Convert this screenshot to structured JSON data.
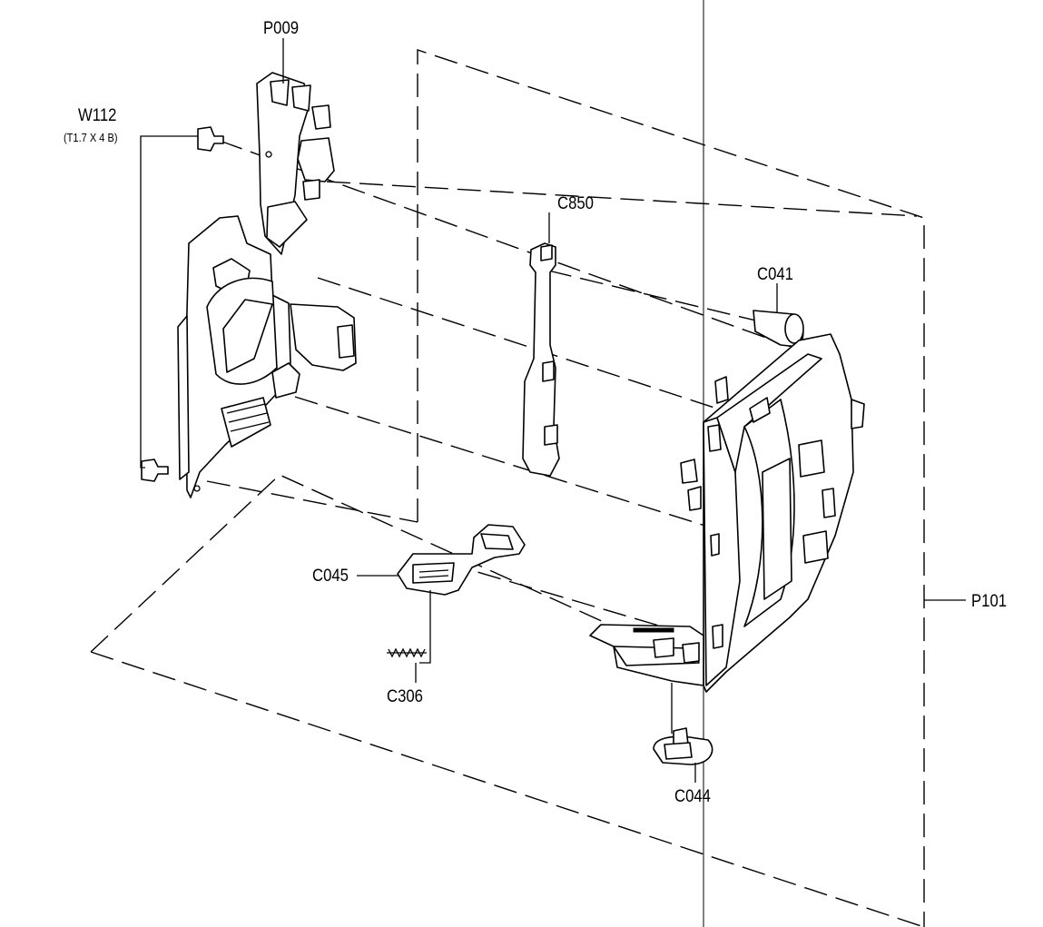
{
  "labels": {
    "p009": "P009",
    "w112": "W112",
    "w112_spec": "(T1.7 X 4 B)",
    "c850": "C850",
    "c041": "C041",
    "c045": "C045",
    "c306": "C306",
    "c044": "C044",
    "p101": "P101"
  }
}
